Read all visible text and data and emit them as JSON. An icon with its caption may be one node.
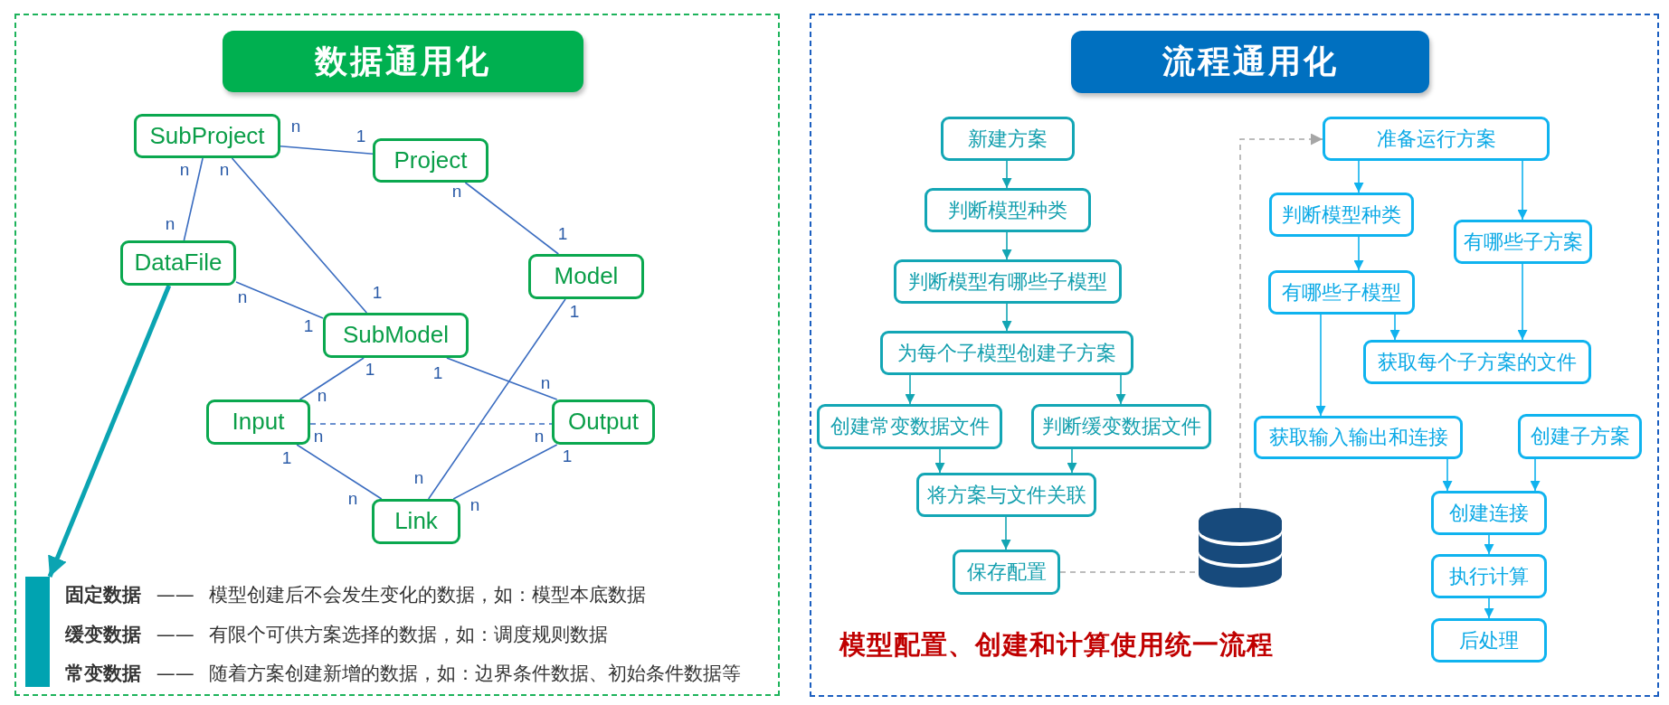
{
  "diagram": {
    "nodes": [
      {
        "text": [
          "数据通用化"
        ]
      },
      {
        "text": [
          "SubProject"
        ],
        "in": 0
      },
      {
        "text": [
          "Project"
        ],
        "in": 0
      },
      {
        "text": [
          "DataFile"
        ],
        "in": 0
      },
      {
        "text": [
          "Model"
        ],
        "in": 0
      },
      {
        "text": [
          "SubModel"
        ],
        "in": 0
      },
      {
        "text": [
          "Input"
        ],
        "in": 0
      },
      {
        "text": [
          "Output"
        ],
        "in": 0
      },
      {
        "text": [
          "Link"
        ],
        "in": 0
      },
      {
        "text": [],
        "shape": "bar",
        "in": 0
      },
      {
        "text": [
          "流程通用化"
        ]
      },
      {
        "text": [
          "新建方案"
        ],
        "in": 10
      },
      {
        "text": [
          "判断模型种类"
        ],
        "in": 10
      },
      {
        "text": [
          "判断模型有哪些子模型"
        ],
        "in": 10
      },
      {
        "text": [
          "为每个子模型创建子方案"
        ],
        "in": 10
      },
      {
        "text": [
          "创建常变数据文件"
        ],
        "in": 10
      },
      {
        "text": [
          "判断缓变数据文件"
        ],
        "in": 10
      },
      {
        "text": [
          "将方案与文件关联"
        ],
        "in": 10
      },
      {
        "text": [
          "保存配置"
        ],
        "in": 10
      },
      {
        "text": [],
        "shape": "cylinder",
        "in": 10
      },
      {
        "text": [
          "准备运行方案"
        ],
        "in": 10
      },
      {
        "text": [
          "判断模型种类"
        ],
        "in": 10
      },
      {
        "text": [
          "有哪些子方案"
        ],
        "in": 10
      },
      {
        "text": [
          "有哪些子模型"
        ],
        "in": 10
      },
      {
        "text": [
          "获取每个子方案的文件"
        ],
        "in": 10
      },
      {
        "text": [
          "获取输入输出和连接"
        ],
        "in": 10
      },
      {
        "text": [
          "创建子方案"
        ],
        "in": 10
      },
      {
        "text": [
          "创建连接"
        ],
        "in": 10
      },
      {
        "text": [
          "执行计算"
        ],
        "in": 10
      },
      {
        "text": [
          "后处理"
        ],
        "in": 10
      }
    ],
    "edges": [
      {
        "from": 1,
        "to": 2,
        "arrow": "none"
      },
      {
        "from": 1,
        "to": 3,
        "arrow": "none"
      },
      {
        "from": 1,
        "to": 5,
        "arrow": "none"
      },
      {
        "from": 2,
        "to": 4,
        "arrow": "none"
      },
      {
        "from": 3,
        "to": 5,
        "arrow": "none"
      },
      {
        "from": 4,
        "to": 8,
        "arrow": "none"
      },
      {
        "from": 5,
        "to": 6,
        "arrow": "none"
      },
      {
        "from": 5,
        "to": 7,
        "arrow": "none"
      },
      {
        "from": 6,
        "to": 7,
        "arrow": "none",
        "style": "dashed"
      },
      {
        "from": 6,
        "to": 8,
        "arrow": "none"
      },
      {
        "from": 7,
        "to": 8,
        "arrow": "none"
      },
      {
        "from": 3,
        "to": 9,
        "arrow": "to",
        "style": "thick",
        "color": "#0ba4b2"
      },
      {
        "from": 11,
        "to": 12,
        "arrow": "to",
        "color": "#13a5b3"
      },
      {
        "from": 12,
        "to": 13,
        "arrow": "to",
        "color": "#13a5b3"
      },
      {
        "from": 13,
        "to": 14,
        "arrow": "to",
        "color": "#13a5b3"
      },
      {
        "from": 14,
        "to": 15,
        "arrow": "to",
        "color": "#13a5b3"
      },
      {
        "from": 14,
        "to": 16,
        "arrow": "to",
        "color": "#13a5b3"
      },
      {
        "from": 15,
        "to": 17,
        "arrow": "to",
        "color": "#13a5b3"
      },
      {
        "from": 16,
        "to": 17,
        "arrow": "to",
        "color": "#13a5b3"
      },
      {
        "from": 17,
        "to": 18,
        "arrow": "to",
        "color": "#13a5b3"
      },
      {
        "from": 18,
        "to": 19,
        "arrow": "none",
        "style": "dashed",
        "color": "#a6a6a6"
      },
      {
        "from": 19,
        "to": 20,
        "arrow": "to",
        "style": "dashed",
        "color": "#a6a6a6"
      },
      {
        "from": 20,
        "to": 21,
        "arrow": "to",
        "color": "#10b2ee"
      },
      {
        "from": 20,
        "to": 22,
        "arrow": "to",
        "color": "#10b2ee"
      },
      {
        "from": 21,
        "to": 23,
        "arrow": "to",
        "color": "#10b2ee"
      },
      {
        "from": 23,
        "to": 24,
        "arrow": "to",
        "color": "#10b2ee"
      },
      {
        "from": 22,
        "to": 24,
        "arrow": "to",
        "color": "#10b2ee"
      },
      {
        "from": 23,
        "to": 25,
        "arrow": "to",
        "color": "#10b2ee"
      },
      {
        "from": 25,
        "to": 27,
        "arrow": "to",
        "color": "#10b2ee"
      },
      {
        "from": 26,
        "to": 27,
        "arrow": "to",
        "color": "#10b2ee"
      },
      {
        "from": 27,
        "to": 28,
        "arrow": "to",
        "color": "#10b2ee"
      },
      {
        "from": 28,
        "to": 29,
        "arrow": "to",
        "color": "#10b2ee"
      }
    ],
    "labels": [
      "n",
      "1",
      "n",
      "n",
      "n",
      "n",
      "1",
      "n",
      "1",
      "1",
      "1",
      "1",
      "1",
      "n",
      "n",
      "n",
      "n",
      "1",
      "1",
      "n",
      "n",
      "n",
      "**固定数据** —— 模型创建后不会发生变化的数据，如：模型本底数据",
      "**缓变数据** —— 有限个可供方案选择的数据，如：调度规则数据",
      "**常变数据** —— 随着方案创建新增的数据，如：边界条件数据、初始条件数据等",
      "模型配置、创建和计算使用统一流程"
    ]
  }
}
